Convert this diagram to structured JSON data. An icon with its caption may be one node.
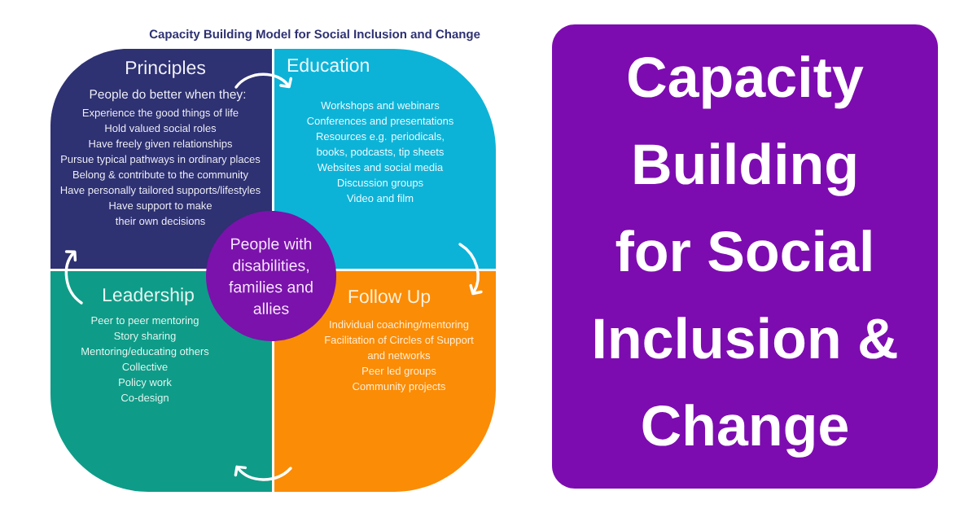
{
  "diagram": {
    "title": "Capacity Building Model for Social Inclusion and Change",
    "nodes": [
      {
        "text": [
          "Principles",
          "People do better when they:",
          "Experience the good things of life",
          "Hold valued social roles",
          "Have freely given relationships",
          "Pursue typical pathways in ordinary places",
          "Belong & contribute to the community",
          "Have personally tailored supports/lifestyles",
          "Have support to make their own decisions"
        ]
      },
      {
        "text": [
          "Education",
          "Workshops and webinars",
          "Conferences and presentations",
          "Resources e.g. periodicals, books, podcasts, tip sheets",
          "Websites and social media",
          "Discussion groups",
          "Video and film"
        ]
      },
      {
        "text": [
          "People with disabilities, families and allies"
        ]
      },
      {
        "text": [
          "Leadership",
          "Peer to peer mentoring",
          "Story sharing",
          "Mentoring/educating others",
          "Collective",
          "Policy work",
          "Co-design"
        ]
      },
      {
        "text": [
          "Follow Up",
          "Individual coaching/mentoring",
          "Facilitation of Circles of Support and networks",
          "Peer led groups",
          "Community projects"
        ]
      },
      {
        "text": [
          "Capacity Building for Social Inclusion & Change"
        ]
      }
    ],
    "edges": [
      {
        "from": 0,
        "to": 1,
        "arrow": "to"
      },
      {
        "from": 1,
        "to": 4,
        "arrow": "to"
      },
      {
        "from": 4,
        "to": 3,
        "arrow": "to"
      },
      {
        "from": 3,
        "to": 0,
        "arrow": "to"
      }
    ]
  }
}
